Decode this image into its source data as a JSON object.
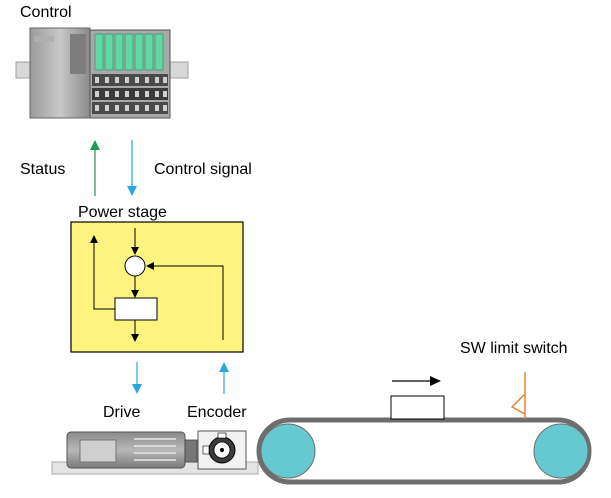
{
  "labels": {
    "control": "Control",
    "status": "Status",
    "control_signal": "Control signal",
    "power_stage": "Power stage",
    "drive": "Drive",
    "encoder": "Encoder",
    "sw_limit_switch": "SW limit switch"
  },
  "colors": {
    "status_arrow": "#1a9a52",
    "signal_arrow": "#2aa6de",
    "power_stage_fill": "#fdf37f",
    "conveyor_roller": "#66c8d0",
    "limit_switch": "#e0802a",
    "plc_module": "#5fd8a4"
  }
}
